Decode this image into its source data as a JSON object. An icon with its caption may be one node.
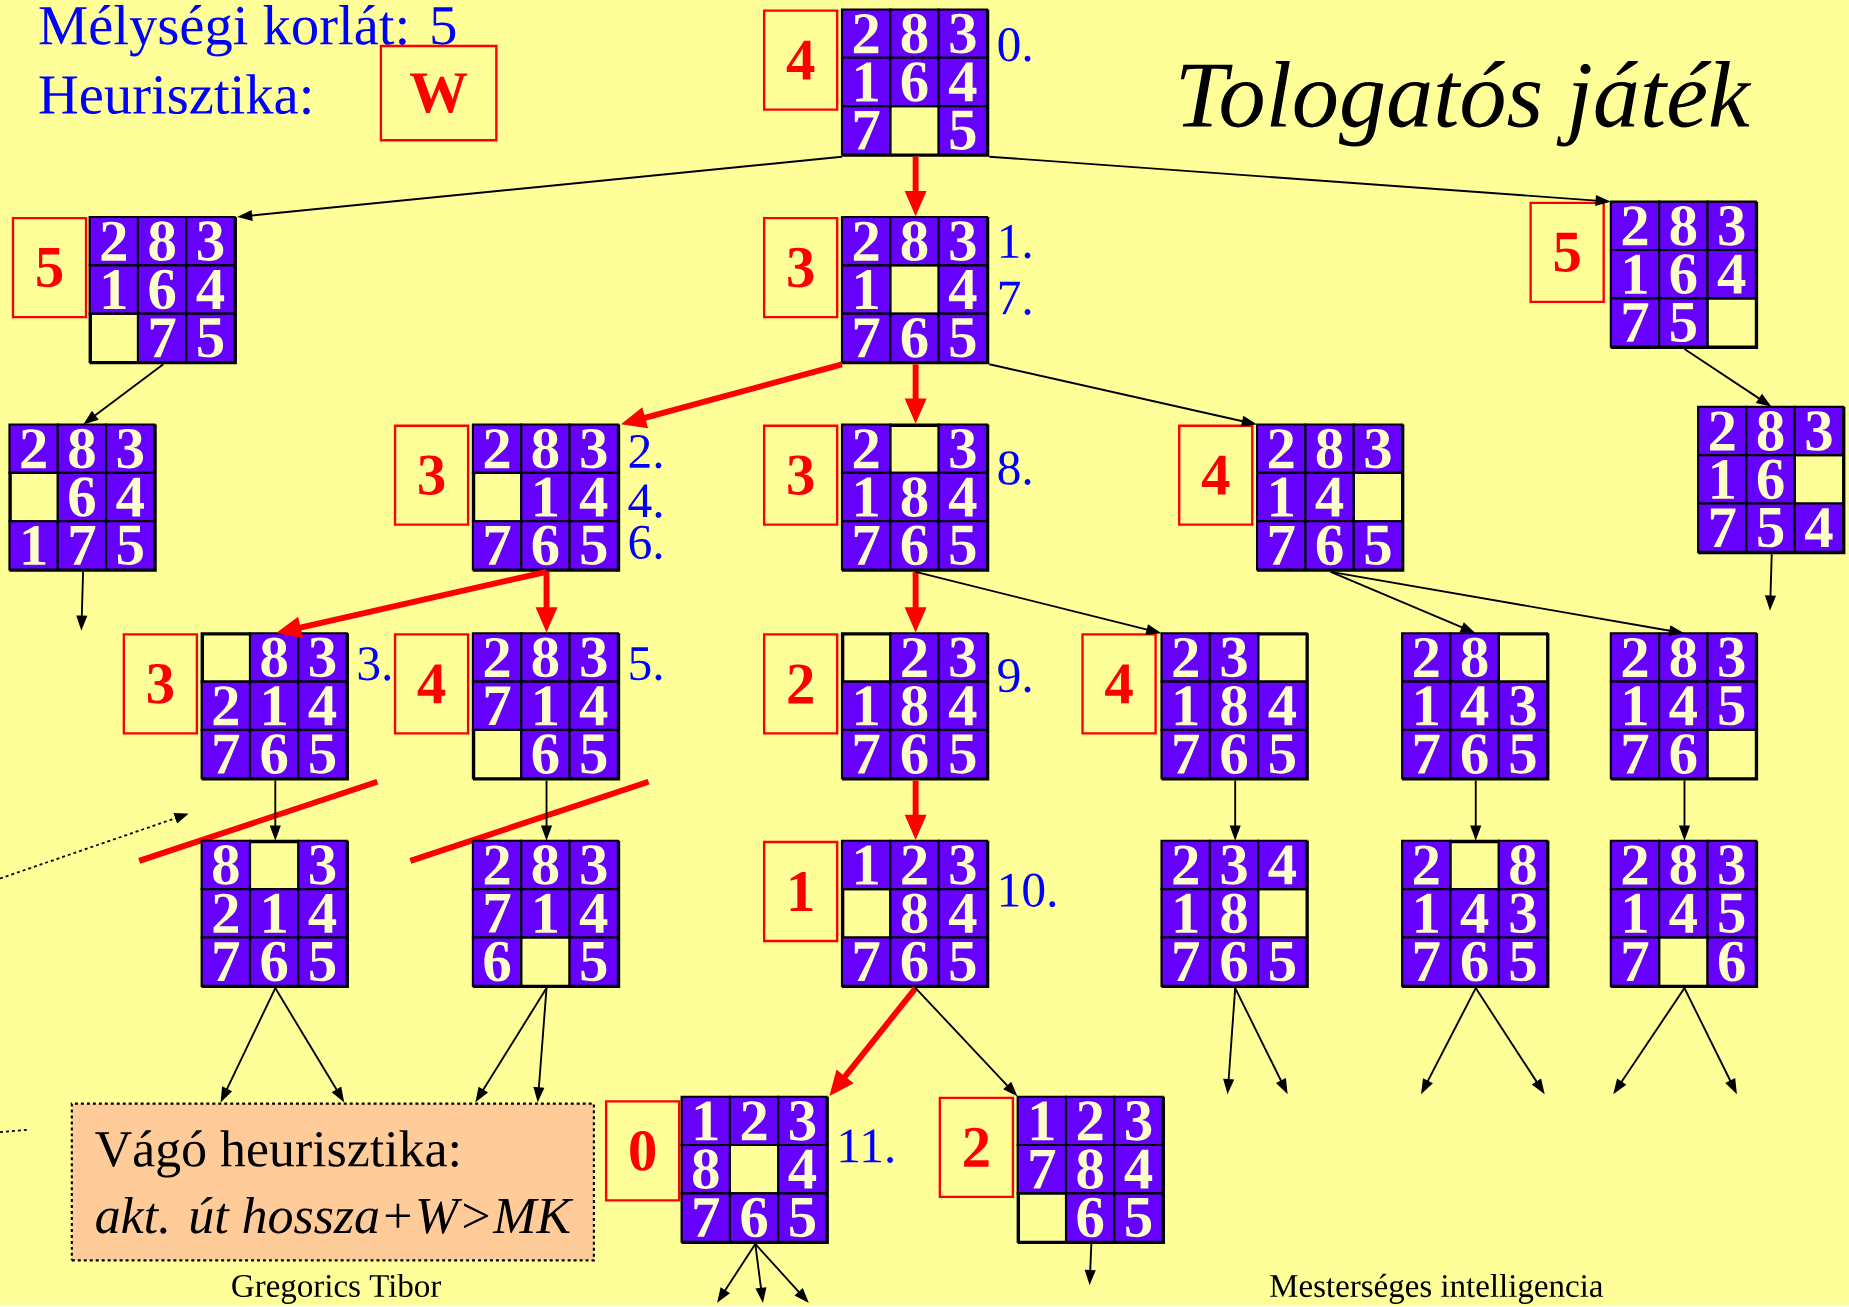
{
  "diagram": {
    "title": "Tologatós játék",
    "nodes": [
      {
        "text": [
          "W"
        ]
      },
      {
        "text": [
          "Vágó heurisztika:",
          "akt. út hossza+W>MK"
        ]
      },
      {
        "text": [
          "4"
        ]
      },
      {
        "text": [
          "5"
        ]
      },
      {
        "text": [
          "3"
        ]
      },
      {
        "text": [
          "5"
        ]
      },
      {
        "text": [
          "3"
        ]
      },
      {
        "text": [
          "3"
        ]
      },
      {
        "text": [
          "4"
        ]
      },
      {
        "text": [
          "3"
        ]
      },
      {
        "text": [
          "4"
        ]
      },
      {
        "text": [
          "2"
        ]
      },
      {
        "text": [
          "4"
        ]
      },
      {
        "text": [
          "1"
        ]
      },
      {
        "text": [
          "0"
        ]
      },
      {
        "text": [
          "2"
        ]
      },
      {
        "text": [],
        "shape": "box",
        "beside": [
          "0."
        ]
      },
      {
        "text": [
          "2"
        ],
        "in": 16
      },
      {
        "text": [
          "8"
        ],
        "in": 16
      },
      {
        "text": [
          "3"
        ],
        "in": 16
      },
      {
        "text": [
          "1"
        ],
        "in": 16
      },
      {
        "text": [
          "6"
        ],
        "in": 16
      },
      {
        "text": [
          "4"
        ],
        "in": 16
      },
      {
        "text": [
          "7"
        ],
        "in": 16
      },
      {
        "text": [],
        "shape": "box",
        "in": 16
      },
      {
        "text": [
          "5"
        ],
        "in": 16
      },
      {
        "text": [],
        "shape": "box"
      },
      {
        "text": [
          "2"
        ],
        "in": 26
      },
      {
        "text": [
          "8"
        ],
        "in": 26
      },
      {
        "text": [
          "3"
        ],
        "in": 26
      },
      {
        "text": [
          "1"
        ],
        "in": 26
      },
      {
        "text": [
          "6"
        ],
        "in": 26
      },
      {
        "text": [
          "4"
        ],
        "in": 26
      },
      {
        "text": [],
        "shape": "box",
        "in": 26
      },
      {
        "text": [
          "7"
        ],
        "in": 26
      },
      {
        "text": [
          "5"
        ],
        "in": 26
      },
      {
        "text": [],
        "shape": "box",
        "beside": [
          "1.",
          "7."
        ]
      },
      {
        "text": [
          "2"
        ],
        "in": 36
      },
      {
        "text": [
          "8"
        ],
        "in": 36
      },
      {
        "text": [
          "3"
        ],
        "in": 36
      },
      {
        "text": [
          "1"
        ],
        "in": 36
      },
      {
        "text": [],
        "shape": "box",
        "in": 36
      },
      {
        "text": [
          "4"
        ],
        "in": 36
      },
      {
        "text": [
          "7"
        ],
        "in": 36
      },
      {
        "text": [
          "6"
        ],
        "in": 36
      },
      {
        "text": [
          "5"
        ],
        "in": 36
      },
      {
        "text": [],
        "shape": "box"
      },
      {
        "text": [
          "2"
        ],
        "in": 46
      },
      {
        "text": [
          "8"
        ],
        "in": 46
      },
      {
        "text": [
          "3"
        ],
        "in": 46
      },
      {
        "text": [
          "1"
        ],
        "in": 46
      },
      {
        "text": [
          "6"
        ],
        "in": 46
      },
      {
        "text": [
          "4"
        ],
        "in": 46
      },
      {
        "text": [
          "7"
        ],
        "in": 46
      },
      {
        "text": [
          "5"
        ],
        "in": 46
      },
      {
        "text": [],
        "shape": "box",
        "in": 46
      },
      {
        "text": [],
        "shape": "box"
      },
      {
        "text": [
          "2"
        ],
        "in": 56
      },
      {
        "text": [
          "8"
        ],
        "in": 56
      },
      {
        "text": [
          "3"
        ],
        "in": 56
      },
      {
        "text": [],
        "shape": "box",
        "in": 56
      },
      {
        "text": [
          "6"
        ],
        "in": 56
      },
      {
        "text": [
          "4"
        ],
        "in": 56
      },
      {
        "text": [
          "1"
        ],
        "in": 56
      },
      {
        "text": [
          "7"
        ],
        "in": 56
      },
      {
        "text": [
          "5"
        ],
        "in": 56
      },
      {
        "text": [],
        "shape": "box",
        "beside": [
          "2.",
          "4.",
          "6."
        ]
      },
      {
        "text": [
          "2"
        ],
        "in": 66
      },
      {
        "text": [
          "8"
        ],
        "in": 66
      },
      {
        "text": [
          "3"
        ],
        "in": 66
      },
      {
        "text": [],
        "shape": "box",
        "in": 66
      },
      {
        "text": [
          "1"
        ],
        "in": 66
      },
      {
        "text": [
          "4"
        ],
        "in": 66
      },
      {
        "text": [
          "7"
        ],
        "in": 66
      },
      {
        "text": [
          "6"
        ],
        "in": 66
      },
      {
        "text": [
          "5"
        ],
        "in": 66
      },
      {
        "text": [],
        "shape": "box",
        "beside": [
          "8."
        ]
      },
      {
        "text": [
          "2"
        ],
        "in": 76
      },
      {
        "text": [],
        "shape": "box",
        "in": 76
      },
      {
        "text": [
          "3"
        ],
        "in": 76
      },
      {
        "text": [
          "1"
        ],
        "in": 76
      },
      {
        "text": [
          "8"
        ],
        "in": 76
      },
      {
        "text": [
          "4"
        ],
        "in": 76
      },
      {
        "text": [
          "7"
        ],
        "in": 76
      },
      {
        "text": [
          "6"
        ],
        "in": 76
      },
      {
        "text": [
          "5"
        ],
        "in": 76
      },
      {
        "text": [],
        "shape": "box"
      },
      {
        "text": [
          "2"
        ],
        "in": 86
      },
      {
        "text": [
          "8"
        ],
        "in": 86
      },
      {
        "text": [
          "3"
        ],
        "in": 86
      },
      {
        "text": [
          "1"
        ],
        "in": 86
      },
      {
        "text": [
          "4"
        ],
        "in": 86
      },
      {
        "text": [],
        "shape": "box",
        "in": 86
      },
      {
        "text": [
          "7"
        ],
        "in": 86
      },
      {
        "text": [
          "6"
        ],
        "in": 86
      },
      {
        "text": [
          "5"
        ],
        "in": 86
      },
      {
        "text": [],
        "shape": "box"
      },
      {
        "text": [
          "2"
        ],
        "in": 96
      },
      {
        "text": [
          "8"
        ],
        "in": 96
      },
      {
        "text": [
          "3"
        ],
        "in": 96
      },
      {
        "text": [
          "1"
        ],
        "in": 96
      },
      {
        "text": [
          "6"
        ],
        "in": 96
      },
      {
        "text": [],
        "shape": "box",
        "in": 96
      },
      {
        "text": [
          "7"
        ],
        "in": 96
      },
      {
        "text": [
          "5"
        ],
        "in": 96
      },
      {
        "text": [
          "4"
        ],
        "in": 96
      },
      {
        "text": [],
        "shape": "box",
        "beside": [
          "3."
        ]
      },
      {
        "text": [],
        "shape": "box",
        "in": 106
      },
      {
        "text": [
          "8"
        ],
        "in": 106
      },
      {
        "text": [
          "3"
        ],
        "in": 106
      },
      {
        "text": [
          "2"
        ],
        "in": 106
      },
      {
        "text": [
          "1"
        ],
        "in": 106
      },
      {
        "text": [
          "4"
        ],
        "in": 106
      },
      {
        "text": [
          "7"
        ],
        "in": 106
      },
      {
        "text": [
          "6"
        ],
        "in": 106
      },
      {
        "text": [
          "5"
        ],
        "in": 106
      },
      {
        "text": [],
        "shape": "box",
        "beside": [
          "5."
        ]
      },
      {
        "text": [
          "2"
        ],
        "in": 116
      },
      {
        "text": [
          "8"
        ],
        "in": 116
      },
      {
        "text": [
          "3"
        ],
        "in": 116
      },
      {
        "text": [
          "7"
        ],
        "in": 116
      },
      {
        "text": [
          "1"
        ],
        "in": 116
      },
      {
        "text": [
          "4"
        ],
        "in": 116
      },
      {
        "text": [],
        "shape": "box",
        "in": 116
      },
      {
        "text": [
          "6"
        ],
        "in": 116
      },
      {
        "text": [
          "5"
        ],
        "in": 116
      },
      {
        "text": [],
        "shape": "box",
        "beside": [
          "9."
        ]
      },
      {
        "text": [],
        "shape": "box",
        "in": 126
      },
      {
        "text": [
          "2"
        ],
        "in": 126
      },
      {
        "text": [
          "3"
        ],
        "in": 126
      },
      {
        "text": [
          "1"
        ],
        "in": 126
      },
      {
        "text": [
          "8"
        ],
        "in": 126
      },
      {
        "text": [
          "4"
        ],
        "in": 126
      },
      {
        "text": [
          "7"
        ],
        "in": 126
      },
      {
        "text": [
          "6"
        ],
        "in": 126
      },
      {
        "text": [
          "5"
        ],
        "in": 126
      },
      {
        "text": [],
        "shape": "box"
      },
      {
        "text": [
          "2"
        ],
        "in": 136
      },
      {
        "text": [
          "3"
        ],
        "in": 136
      },
      {
        "text": [],
        "shape": "box",
        "in": 136
      },
      {
        "text": [
          "1"
        ],
        "in": 136
      },
      {
        "text": [
          "8"
        ],
        "in": 136
      },
      {
        "text": [
          "4"
        ],
        "in": 136
      },
      {
        "text": [
          "7"
        ],
        "in": 136
      },
      {
        "text": [
          "6"
        ],
        "in": 136
      },
      {
        "text": [
          "5"
        ],
        "in": 136
      },
      {
        "text": [],
        "shape": "box"
      },
      {
        "text": [
          "2"
        ],
        "in": 146
      },
      {
        "text": [
          "8"
        ],
        "in": 146
      },
      {
        "text": [],
        "shape": "box",
        "in": 146
      },
      {
        "text": [
          "1"
        ],
        "in": 146
      },
      {
        "text": [
          "4"
        ],
        "in": 146
      },
      {
        "text": [
          "3"
        ],
        "in": 146
      },
      {
        "text": [
          "7"
        ],
        "in": 146
      },
      {
        "text": [
          "6"
        ],
        "in": 146
      },
      {
        "text": [
          "5"
        ],
        "in": 146
      },
      {
        "text": [],
        "shape": "box"
      },
      {
        "text": [
          "2"
        ],
        "in": 156
      },
      {
        "text": [
          "8"
        ],
        "in": 156
      },
      {
        "text": [
          "3"
        ],
        "in": 156
      },
      {
        "text": [
          "1"
        ],
        "in": 156
      },
      {
        "text": [
          "4"
        ],
        "in": 156
      },
      {
        "text": [
          "5"
        ],
        "in": 156
      },
      {
        "text": [
          "7"
        ],
        "in": 156
      },
      {
        "text": [
          "6"
        ],
        "in": 156
      },
      {
        "text": [],
        "shape": "box",
        "in": 156
      },
      {
        "text": [],
        "shape": "box"
      },
      {
        "text": [
          "8"
        ],
        "in": 166
      },
      {
        "text": [],
        "shape": "box",
        "in": 166
      },
      {
        "text": [
          "3"
        ],
        "in": 166
      },
      {
        "text": [
          "2"
        ],
        "in": 166
      },
      {
        "text": [
          "1"
        ],
        "in": 166
      },
      {
        "text": [
          "4"
        ],
        "in": 166
      },
      {
        "text": [
          "7"
        ],
        "in": 166
      },
      {
        "text": [
          "6"
        ],
        "in": 166
      },
      {
        "text": [
          "5"
        ],
        "in": 166
      },
      {
        "text": [],
        "shape": "box"
      },
      {
        "text": [
          "2"
        ],
        "in": 176
      },
      {
        "text": [
          "8"
        ],
        "in": 176
      },
      {
        "text": [
          "3"
        ],
        "in": 176
      },
      {
        "text": [
          "7"
        ],
        "in": 176
      },
      {
        "text": [
          "1"
        ],
        "in": 176
      },
      {
        "text": [
          "4"
        ],
        "in": 176
      },
      {
        "text": [
          "6"
        ],
        "in": 176
      },
      {
        "text": [],
        "shape": "box",
        "in": 176
      },
      {
        "text": [
          "5"
        ],
        "in": 176
      },
      {
        "text": [],
        "shape": "box",
        "beside": [
          "10."
        ]
      },
      {
        "text": [
          "1"
        ],
        "in": 186
      },
      {
        "text": [
          "2"
        ],
        "in": 186
      },
      {
        "text": [
          "3"
        ],
        "in": 186
      },
      {
        "text": [],
        "shape": "box",
        "in": 186
      },
      {
        "text": [
          "8"
        ],
        "in": 186
      },
      {
        "text": [
          "4"
        ],
        "in": 186
      },
      {
        "text": [
          "7"
        ],
        "in": 186
      },
      {
        "text": [
          "6"
        ],
        "in": 186
      },
      {
        "text": [
          "5"
        ],
        "in": 186
      },
      {
        "text": [],
        "shape": "box"
      },
      {
        "text": [
          "2"
        ],
        "in": 196
      },
      {
        "text": [
          "3"
        ],
        "in": 196
      },
      {
        "text": [
          "4"
        ],
        "in": 196
      },
      {
        "text": [
          "1"
        ],
        "in": 196
      },
      {
        "text": [
          "8"
        ],
        "in": 196
      },
      {
        "text": [],
        "shape": "box",
        "in": 196
      },
      {
        "text": [
          "7"
        ],
        "in": 196
      },
      {
        "text": [
          "6"
        ],
        "in": 196
      },
      {
        "text": [
          "5"
        ],
        "in": 196
      },
      {
        "text": [],
        "shape": "box"
      },
      {
        "text": [
          "2"
        ],
        "in": 206
      },
      {
        "text": [],
        "shape": "box",
        "in": 206
      },
      {
        "text": [
          "8"
        ],
        "in": 206
      },
      {
        "text": [
          "1"
        ],
        "in": 206
      },
      {
        "text": [
          "4"
        ],
        "in": 206
      },
      {
        "text": [
          "3"
        ],
        "in": 206
      },
      {
        "text": [
          "7"
        ],
        "in": 206
      },
      {
        "text": [
          "6"
        ],
        "in": 206
      },
      {
        "text": [
          "5"
        ],
        "in": 206
      },
      {
        "text": [],
        "shape": "box"
      },
      {
        "text": [
          "2"
        ],
        "in": 216
      },
      {
        "text": [
          "8"
        ],
        "in": 216
      },
      {
        "text": [
          "3"
        ],
        "in": 216
      },
      {
        "text": [
          "1"
        ],
        "in": 216
      },
      {
        "text": [
          "4"
        ],
        "in": 216
      },
      {
        "text": [
          "5"
        ],
        "in": 216
      },
      {
        "text": [
          "7"
        ],
        "in": 216
      },
      {
        "text": [],
        "shape": "box",
        "in": 216
      },
      {
        "text": [
          "6"
        ],
        "in": 216
      },
      {
        "text": [],
        "shape": "box",
        "beside": [
          "11."
        ]
      },
      {
        "text": [
          "1"
        ],
        "in": 226
      },
      {
        "text": [
          "2"
        ],
        "in": 226
      },
      {
        "text": [
          "3"
        ],
        "in": 226
      },
      {
        "text": [
          "8"
        ],
        "in": 226
      },
      {
        "text": [],
        "shape": "box",
        "in": 226
      },
      {
        "text": [
          "4"
        ],
        "in": 226
      },
      {
        "text": [
          "7"
        ],
        "in": 226
      },
      {
        "text": [
          "6"
        ],
        "in": 226
      },
      {
        "text": [
          "5"
        ],
        "in": 226
      },
      {
        "text": [],
        "shape": "box"
      },
      {
        "text": [
          "1"
        ],
        "in": 236
      },
      {
        "text": [
          "2"
        ],
        "in": 236
      },
      {
        "text": [
          "3"
        ],
        "in": 236
      },
      {
        "text": [
          "7"
        ],
        "in": 236
      },
      {
        "text": [
          "8"
        ],
        "in": 236
      },
      {
        "text": [
          "4"
        ],
        "in": 236
      },
      {
        "text": [],
        "shape": "box",
        "in": 236
      },
      {
        "text": [
          "6"
        ],
        "in": 236
      },
      {
        "text": [
          "5"
        ],
        "in": 236
      }
    ],
    "edges": [
      {
        "from": 16,
        "to": 26,
        "arrow": "to"
      },
      {
        "from": 16,
        "to": 36,
        "arrow": "to",
        "style": "thick",
        "color": "#ff0000"
      },
      {
        "from": 16,
        "to": 46,
        "arrow": "to"
      },
      {
        "from": 26,
        "to": 56,
        "arrow": "to"
      },
      {
        "from": 36,
        "to": 66,
        "arrow": "to",
        "style": "thick",
        "color": "#ff0000"
      },
      {
        "from": 36,
        "to": 76,
        "arrow": "to",
        "style": "thick",
        "color": "#ff0000"
      },
      {
        "from": 36,
        "to": 86,
        "arrow": "to"
      },
      {
        "from": 46,
        "to": 96,
        "arrow": "to"
      },
      {
        "from": 56,
        "to": null,
        "arrow": "to"
      },
      {
        "from": 96,
        "to": null,
        "arrow": "to"
      },
      {
        "from": 66,
        "to": 106,
        "arrow": "to",
        "style": "thick",
        "color": "#ff0000"
      },
      {
        "from": 66,
        "to": 116,
        "arrow": "to",
        "style": "thick",
        "color": "#ff0000"
      },
      {
        "from": 76,
        "to": 126,
        "arrow": "to",
        "style": "thick",
        "color": "#ff0000"
      },
      {
        "from": 76,
        "to": 136,
        "arrow": "to"
      },
      {
        "from": 86,
        "to": 146,
        "arrow": "to"
      },
      {
        "from": 86,
        "to": 156,
        "arrow": "to"
      },
      {
        "from": 106,
        "to": 166,
        "arrow": "to"
      },
      {
        "from": 116,
        "to": 176,
        "arrow": "to"
      },
      {
        "from": 126,
        "to": 186,
        "arrow": "to",
        "style": "thick",
        "color": "#ff0000"
      },
      {
        "from": 136,
        "to": 196,
        "arrow": "to"
      },
      {
        "from": 146,
        "to": 206,
        "arrow": "to"
      },
      {
        "from": 156,
        "to": 216,
        "arrow": "to"
      },
      {
        "from": 186,
        "to": 226,
        "arrow": "to",
        "style": "thick",
        "color": "#ff0000"
      },
      {
        "from": 186,
        "to": 236,
        "arrow": "to"
      },
      {
        "from": 166,
        "to": 1,
        "arrow": "to"
      },
      {
        "from": 166,
        "to": 1,
        "arrow": "to"
      },
      {
        "from": 176,
        "to": 1,
        "arrow": "to"
      },
      {
        "from": 176,
        "to": 1,
        "arrow": "to"
      },
      {
        "from": 196,
        "to": null,
        "arrow": "to"
      },
      {
        "from": 196,
        "to": null,
        "arrow": "to"
      },
      {
        "from": 206,
        "to": null,
        "arrow": "to"
      },
      {
        "from": 206,
        "to": null,
        "arrow": "to"
      },
      {
        "from": 216,
        "to": null,
        "arrow": "to"
      },
      {
        "from": 216,
        "to": null,
        "arrow": "to"
      },
      {
        "from": 226,
        "to": null,
        "arrow": "to"
      },
      {
        "from": 226,
        "to": null,
        "arrow": "to"
      },
      {
        "from": 226,
        "to": null,
        "arrow": "to"
      },
      {
        "from": 236,
        "to": null,
        "arrow": "to"
      }
    ],
    "labels": [
      "Mélységi korlát: 5",
      "Heurisztika:",
      "Gregorics Tibor",
      "Mesterséges intelligencia"
    ]
  }
}
